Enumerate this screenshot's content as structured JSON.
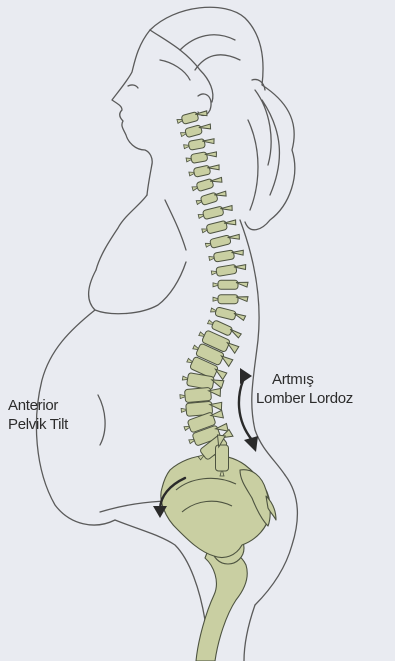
{
  "labels": {
    "anterior_pelvic_tilt": [
      "Anterior",
      "Pelvik Tilt"
    ],
    "increased_lumbar_lordosis": [
      "Artmış",
      "Lomber Lordoz"
    ]
  },
  "colors": {
    "background": "#e9ebf1",
    "outline": "#5a5a5a",
    "bone_fill": "#c9cfa2",
    "bone_stroke": "#4d5340",
    "arrow": "#2a2a2a"
  }
}
